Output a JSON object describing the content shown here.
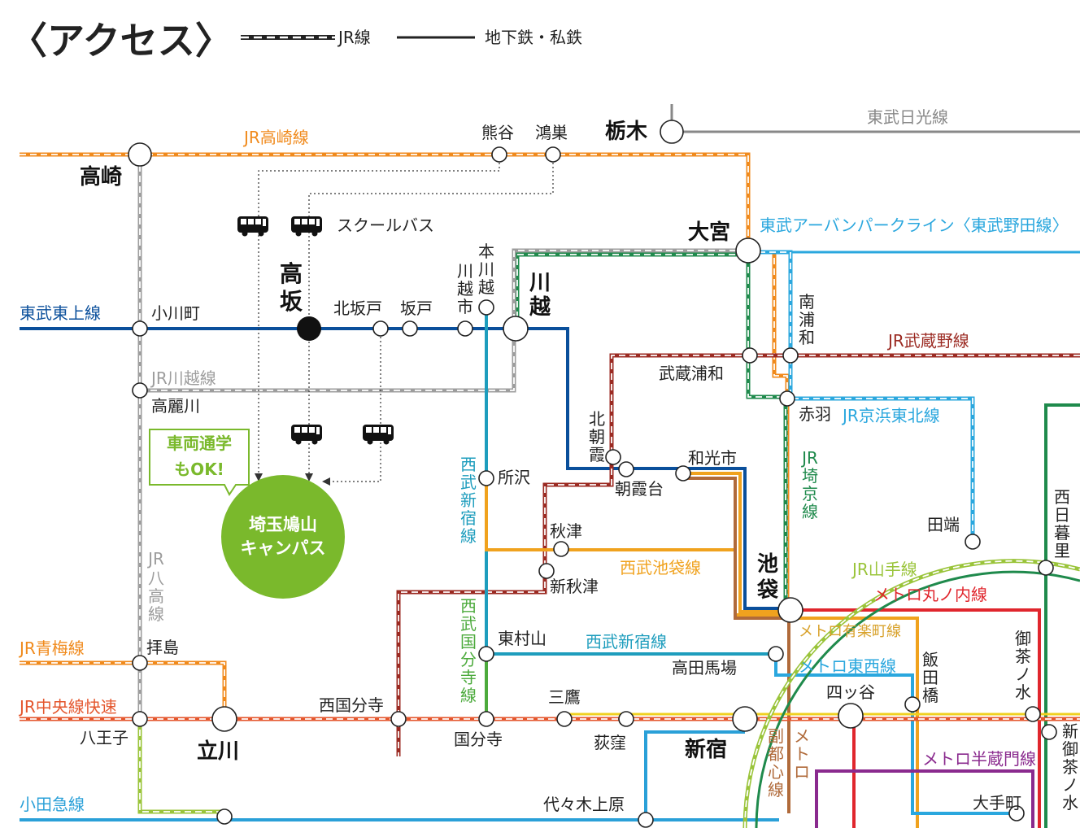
{
  "header": {
    "title": "〈アクセス〉",
    "legend_jr": "JR線",
    "legend_subway": "地下鉄・私鉄"
  },
  "lines": {
    "jr_takasaki": "JR高崎線",
    "tobu_nikko": "東武日光線",
    "tobu_urban": "東武アーバンパークライン〈東武野田線〉",
    "tobu_tojo": "東武東上線",
    "jr_kawagoe": "JR川越線",
    "jr_musashino": "JR武蔵野線",
    "jr_keihin": "JR京浜東北線",
    "jr_saikyo": [
      "JR",
      "埼",
      "京",
      "線"
    ],
    "seibu_shinjuku_v": [
      "西",
      "武",
      "新",
      "宿",
      "線"
    ],
    "seibu_ikebukuro": "西武池袋線",
    "jr_yamanote": "JR山手線",
    "metro_marunouchi": "メトロ丸ノ内線",
    "jr_hachiko": [
      "JR",
      "八",
      "高",
      "線"
    ],
    "metro_yurakucho": "メトロ有楽町線",
    "seibu_kokubunji": [
      "西",
      "武",
      "国",
      "分",
      "寺",
      "線"
    ],
    "seibu_shinjuku_h": "西武新宿線",
    "metro_tozai": "メトロ東西線",
    "jr_ome": "JR青梅線",
    "jr_chuo": "JR中央線快速",
    "metro_hanzomon": "メトロ半蔵門線",
    "odakyu": "小田急線",
    "fukutoshin_a": [
      "副",
      "都",
      "心",
      "線"
    ],
    "fukutoshin_b": [
      "メ",
      "ト",
      "ロ"
    ]
  },
  "stations": {
    "kumagaya": "熊谷",
    "konosu": "鴻巣",
    "tochigi": "栃木",
    "takasaki": "高崎",
    "omiya": "大宮",
    "hon_kawagoe": [
      "本",
      "川",
      "越"
    ],
    "kawagoe_shi": [
      "川",
      "越",
      "市"
    ],
    "kawagoe": [
      "川",
      "越"
    ],
    "takasaka": [
      "高",
      "坂"
    ],
    "minami_urawa": [
      "南",
      "浦",
      "和"
    ],
    "ogawamachi": "小川町",
    "kitasakado": "北坂戸",
    "sakado": "坂戸",
    "musashi_urawa": "武蔵浦和",
    "komagawa": "高麗川",
    "akabane": "赤羽",
    "kita_asaka": [
      "北",
      "朝",
      "霞"
    ],
    "wakoshi": "和光市",
    "asakadai": "朝霞台",
    "tokorozawa": "所沢",
    "nishi_nippori": [
      "西",
      "日",
      "暮",
      "里"
    ],
    "tabata": "田端",
    "akitsu": "秋津",
    "ikebukuro": [
      "池",
      "袋"
    ],
    "shin_akitsu": "新秋津",
    "higashi_murayama": "東村山",
    "haijima": "拝島",
    "ochanomizu": [
      "御",
      "茶",
      "ノ",
      "水"
    ],
    "iidabashi": [
      "飯",
      "田",
      "橋"
    ],
    "takadanobaba": "高田馬場",
    "yotsuya": "四ッ谷",
    "nishi_kokubunji": "西国分寺",
    "mitaka": "三鷹",
    "hachioji": "八王子",
    "tachikawa": "立川",
    "kokubunji": "国分寺",
    "ogikubo": "荻窪",
    "shinjuku": "新宿",
    "shin_ochanomizu": [
      "新",
      "御",
      "茶",
      "ノ",
      "水"
    ],
    "yoyogi_uehara": "代々木上原",
    "otemachi": "大手町"
  },
  "bus": {
    "label": "スクールバス"
  },
  "callout": {
    "line1": "車両通学",
    "line2": "もOK!"
  },
  "campus": {
    "line1": "埼玉鳩山",
    "line2": "キャンパス"
  },
  "colors": {
    "jr_takasaki": "#f08a1c",
    "tobu_nikko": "#888888",
    "tobu_urban": "#2aa7de",
    "tobu_tojo": "#0a4f9b",
    "jr_kawagoe": "#9d9d9d",
    "jr_musashino": "#9b2a22",
    "jr_keihin": "#2aa7de",
    "jr_saikyo": "#1f8a4c",
    "seibu_shinjuku": "#1e9dbd",
    "seibu_ikebukuro": "#f0a21e",
    "jr_yamanote": "#9ac43a",
    "metro_marunouchi": "#e0262d",
    "metro_yurakucho": "#d8a12a",
    "seibu_kokubunji": "#4caa3c",
    "metro_tozai": "#2aa7de",
    "jr_ome": "#f08a1c",
    "jr_chuo": "#e4572e",
    "metro_hanzomon": "#8a2a8e",
    "odakyu": "#2aa0d8",
    "metro_fukutoshin": "#b06a3a",
    "campus": "#7ab92c",
    "callout": "#7ab92c"
  }
}
